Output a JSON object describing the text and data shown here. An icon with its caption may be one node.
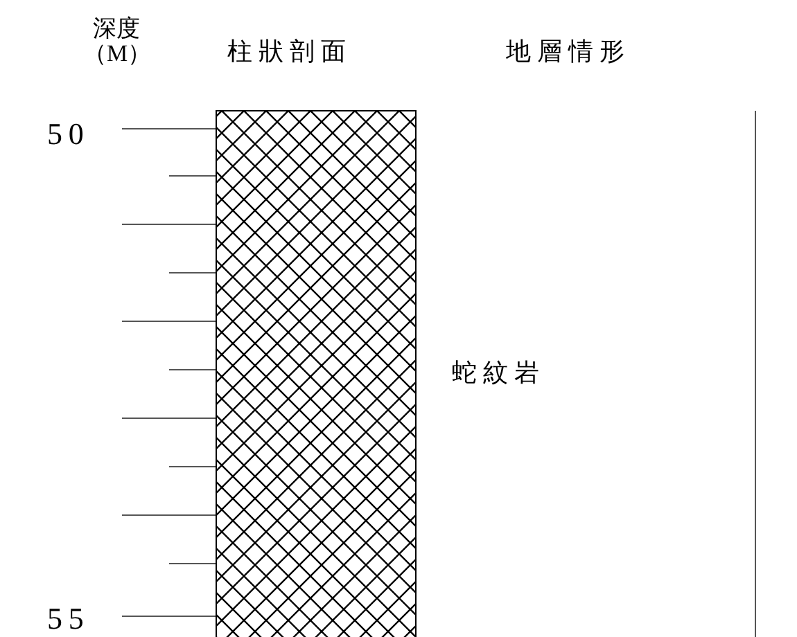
{
  "diagram": {
    "nodes": [
      {
        "text": [],
        "shape": "box"
      }
    ],
    "labels": [
      "深度（M）",
      "柱狀剖面",
      "地層情形",
      "50",
      "55",
      "蛇紋岩"
    ]
  }
}
